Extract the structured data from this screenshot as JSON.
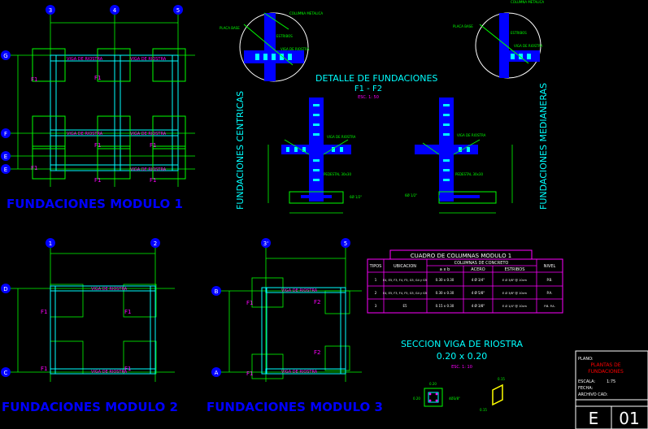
{
  "titles": {
    "modulo1": "FUNDACIONES MODULO 1",
    "modulo2": "FUNDACIONES MODULO 2",
    "modulo3": "FUNDACIONES MODULO 3",
    "detalle": "DETALLE DE FUNDACIONES",
    "detalle_sub": "F1 - F2",
    "detalle_esc": "ESC. 1: 50",
    "centricas": "FUNDACIONES CENTRICAS",
    "medianeras": "FUNDACIONES MEDIANERAS",
    "seccion": "SECCION VIGA DE RIOSTRA",
    "seccion_dim": "0.20 x 0.20",
    "seccion_esc": "ESC. 1: 10"
  },
  "grid_bubbles": {
    "m1_top": [
      "3",
      "4",
      "5"
    ],
    "m1_left": [
      "G",
      "F",
      "E",
      "E"
    ],
    "m2_top": [
      "1",
      "2"
    ],
    "m2_left": [
      "D",
      "C"
    ],
    "m3_top": [
      "3'",
      "5"
    ],
    "m3_left": [
      "B",
      "A"
    ]
  },
  "footing_labels": {
    "f1": "F1",
    "f2": "F2"
  },
  "detail_labels": {
    "columna_metalica": "COLUMNA METALICA",
    "viga_riostra": "VIGA DE RIOSTRA",
    "placa_base": "PLACA BASE",
    "estribos": "ESTRIBOS"
  },
  "column_table": {
    "title": "CUADRO DE COLUMNAS MODULO 1",
    "group_header": "COLUMNAS DE CONCRETO",
    "headers": [
      "TIPOS",
      "UBICACION",
      "a x b",
      "ACERO",
      "ESTRIBOS",
      "NIVEL"
    ],
    "rows": [
      [
        "1",
        "E4, E5, F3, F4, F5, G3, G4 y G5",
        "0.30 x 0.30",
        "4 Ø 3/4\"",
        "E Ø 3/8\" @ 10cm",
        "P.B."
      ],
      [
        "2",
        "E4, E5, F3, F4, F5, G3, G4 y G5",
        "0.30 x 0.30",
        "4 Ø 5/8\"",
        "E Ø 3/8\" @ 10cm",
        "P.A."
      ],
      [
        "3",
        "E5",
        "0.15 x 0.30",
        "4 Ø 3/8\"",
        "E Ø 1/4\" @ 10cm",
        "P.B. P.A."
      ]
    ]
  },
  "title_block": {
    "plano_label": "PLANO:",
    "plano_value_1": "PLANTAS DE",
    "plano_value_2": "FUNDACIONES",
    "escala_label": "ESCALA:",
    "escala_value": "1:75",
    "fecha_label": "FECHA:",
    "archivo_label": "ARCHIVO CAD:",
    "sheet_letter": "E",
    "sheet_number": "01"
  },
  "colors": {
    "background": "#000000",
    "green": "#00ff00",
    "magenta": "#ff00ff",
    "blue": "#0000ff",
    "cyan": "#00ffff",
    "yellow": "#ffff00",
    "white": "#ffffff",
    "red": "#ff0000"
  }
}
